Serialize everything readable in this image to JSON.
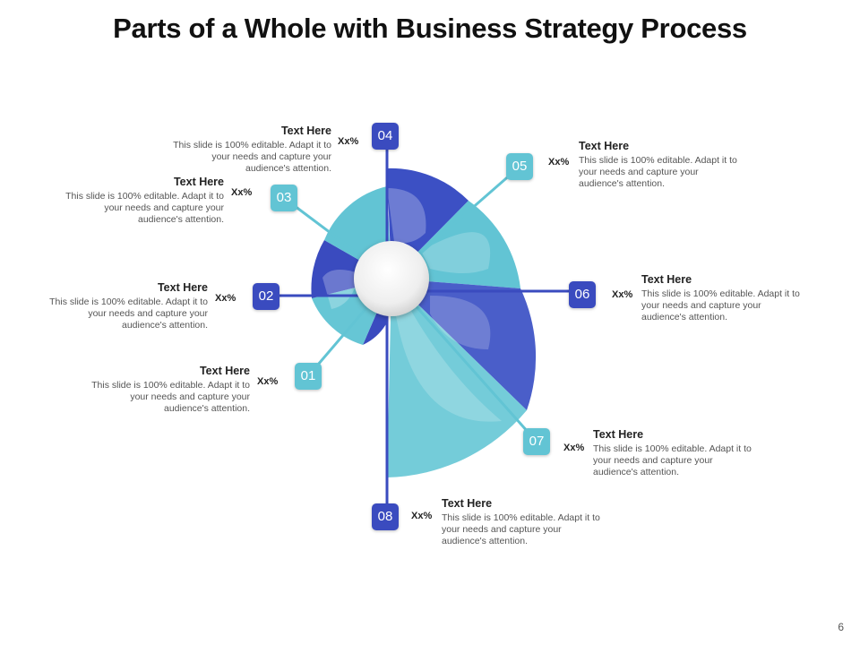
{
  "title": "Parts of a Whole with Business Strategy Process",
  "page_number": "6",
  "colors": {
    "dark": "#3a4bbf",
    "light": "#62c4d4"
  },
  "steps": [
    {
      "num": "01",
      "heading": "Text Here",
      "text": "This slide is 100% editable. Adapt it to your needs and capture your audience's attention.",
      "percent": "Xx%"
    },
    {
      "num": "02",
      "heading": "Text Here",
      "text": "This slide is 100% editable. Adapt it to your needs and capture your audience's attention.",
      "percent": "Xx%"
    },
    {
      "num": "03",
      "heading": "Text Here",
      "text": "This slide is 100% editable. Adapt it to your needs and capture your audience's attention.",
      "percent": "Xx%"
    },
    {
      "num": "04",
      "heading": "Text Here",
      "text": "This slide is 100% editable. Adapt it to your needs and capture your audience's attention.",
      "percent": "Xx%"
    },
    {
      "num": "05",
      "heading": "Text Here",
      "text": "This slide is 100% editable. Adapt it to your needs and capture your audience's attention.",
      "percent": "Xx%"
    },
    {
      "num": "06",
      "heading": "Text Here",
      "text": "This slide is 100% editable. Adapt it to your needs and capture your audience's attention.",
      "percent": "Xx%"
    },
    {
      "num": "07",
      "heading": "Text Here",
      "text": "This slide is 100% editable. Adapt it to your needs and capture your audience's attention.",
      "percent": "Xx%"
    },
    {
      "num": "08",
      "heading": "Text Here",
      "text": "This slide is 100% editable. Adapt it to your needs and capture your audience's attention.",
      "percent": "Xx%"
    }
  ]
}
